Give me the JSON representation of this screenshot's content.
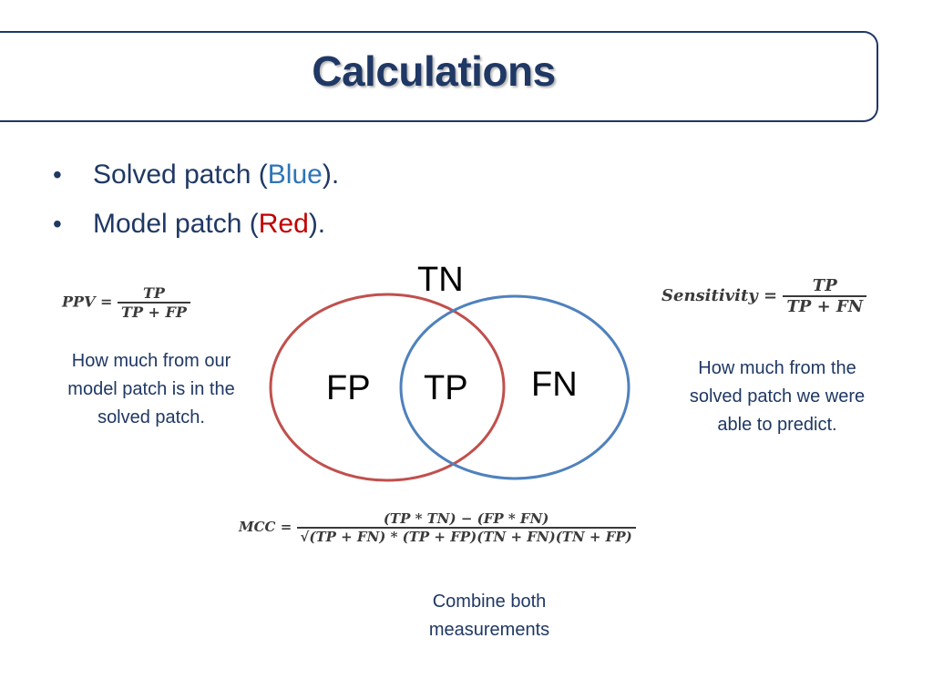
{
  "title": "Calculations",
  "bullets": [
    {
      "prefix": "Solved patch (",
      "highlight": "Blue",
      "suffix": ").",
      "color": "#2e75b6"
    },
    {
      "prefix": "Model patch (",
      "highlight": "Red",
      "suffix": ").",
      "color": "#c00000"
    }
  ],
  "venn": {
    "labels": {
      "tn": "TN",
      "fp": "FP",
      "tp": "TP",
      "fn": "FN"
    },
    "model_circle_color": "#c0504d",
    "solved_circle_color": "#4f81bd"
  },
  "formulas": {
    "ppv": {
      "lhs": "PPV =",
      "num": "TP",
      "den": "TP + FP"
    },
    "sensitivity": {
      "lhs": "Sensitivity =",
      "num": "TP",
      "den": "TP + FN"
    },
    "mcc": {
      "lhs": "MCC =",
      "num": "(TP * TN) − (FP * FN)",
      "den": "(TP + FN) * (TP + FP)(TN + FN)(TN + FP)"
    }
  },
  "descriptions": {
    "ppv": [
      "How much from our",
      "model patch is in the",
      "solved patch."
    ],
    "sensitivity": [
      "How much from the",
      "solved patch we were",
      "able to predict."
    ],
    "mcc": [
      "Combine both",
      "measurements"
    ]
  }
}
